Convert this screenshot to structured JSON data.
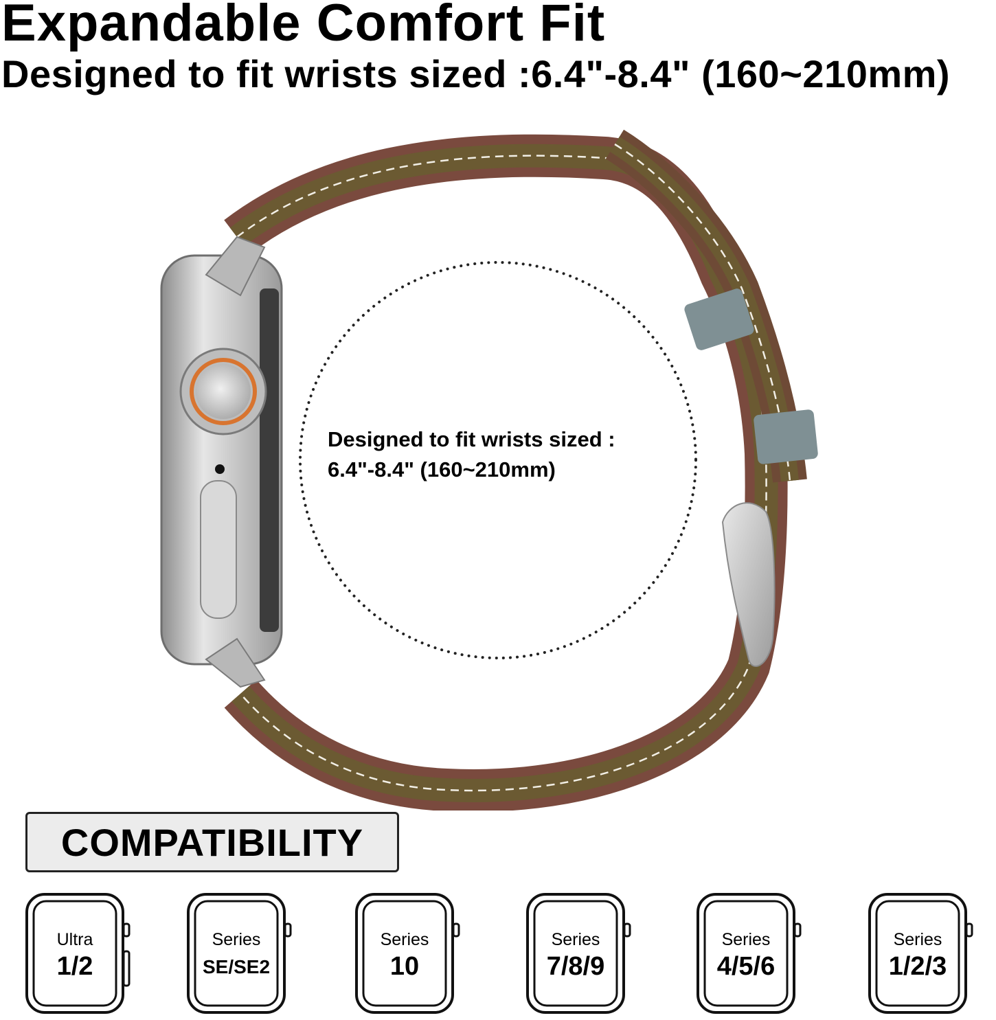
{
  "header": {
    "title": "Expandable Comfort Fit",
    "subtitle": "Designed to fit wrists sized :6.4\"-8.4\" (160~210mm)"
  },
  "illustration": {
    "fit_line1": "Designed to fit wrists sized :",
    "fit_line2": "6.4\"-8.4\" (160~210mm)",
    "colors": {
      "band_brown": "#7a4a3e",
      "band_inner": "#6b5a32",
      "loop_gray": "#7f9094",
      "case_silver": "#c9c9c9",
      "crown_orange": "#d8742f"
    }
  },
  "compatibility": {
    "heading": "COMPATIBILITY",
    "models": [
      {
        "line1": "Ultra",
        "line2": "1/2"
      },
      {
        "line1": "Series",
        "line2": "SE/SE2"
      },
      {
        "line1": "Series",
        "line2": "10"
      },
      {
        "line1": "Series",
        "line2": "7/8/9"
      },
      {
        "line1": "Series",
        "line2": "4/5/6"
      },
      {
        "line1": "Series",
        "line2": "1/2/3"
      }
    ]
  }
}
